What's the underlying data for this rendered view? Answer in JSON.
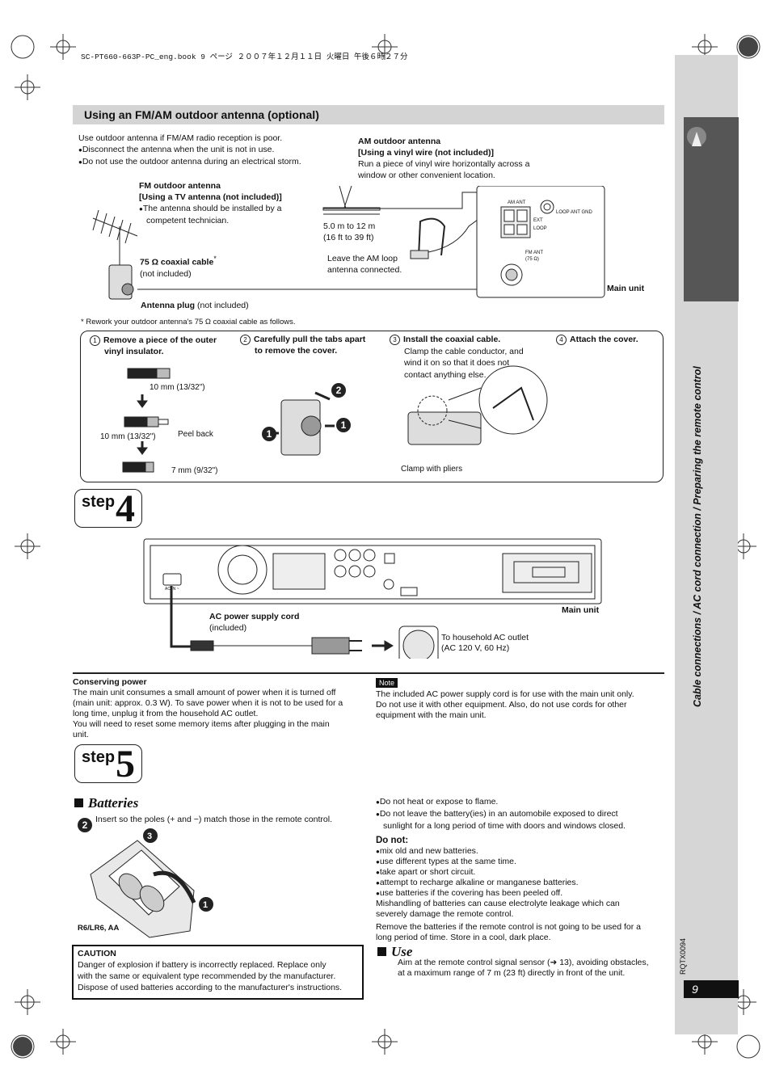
{
  "header_line": "SC-PT660-663P-PC_eng.book  9 ページ  ２００７年１２月１１日  火曜日  午後６時２７分",
  "section_title": "Using an FM/AM outdoor antenna (optional)",
  "intro": {
    "line1": "Use outdoor antenna if FM/AM radio reception is poor.",
    "b1": "Disconnect the antenna when the unit is not in use.",
    "b2": "Do not use the outdoor antenna during an electrical storm."
  },
  "am": {
    "title": "AM outdoor antenna",
    "subtitle": "[Using a vinyl wire (not included)]",
    "desc1": "Run a piece of vinyl wire horizontally across a",
    "desc2": "window or other convenient location.",
    "length1": "5.0 m to 12 m",
    "length2": "(16 ft to 39 ft)",
    "loop1": "Leave the AM loop",
    "loop2": "antenna connected."
  },
  "fm": {
    "title": "FM outdoor antenna",
    "subtitle": "[Using a TV antenna (not included)]",
    "b1a": "The antenna should be installed by a",
    "b1b": "competent technician.",
    "coax_bold": "75 Ω coaxial cable",
    "coax_star": "*",
    "coax_note": "(not included)",
    "plug_bold": "Antenna plug",
    "plug_note": " (not included)"
  },
  "terminals": {
    "am_ant": "AM ANT",
    "loop_ant_gnd": "LOOP ANT GND",
    "ext": "EXT",
    "loop": "LOOP",
    "fm_ant": "FM ANT",
    "ohm": "(75 Ω)",
    "main_unit": "Main unit"
  },
  "footnote": "* Rework your outdoor antenna's 75 Ω coaxial cable as follows.",
  "steps": [
    {
      "num": "1",
      "line1": "Remove a piece of the outer",
      "line2": "vinyl insulator."
    },
    {
      "num": "2",
      "line1": "Carefully pull the tabs apart",
      "line2": "to remove the cover."
    },
    {
      "num": "3",
      "line1": "Install the coaxial cable.",
      "line2": "Clamp the cable conductor, and",
      "line3": "wind it on so that it does not",
      "line4": "contact anything else."
    },
    {
      "num": "4",
      "line1": "Attach the cover."
    }
  ],
  "measures": {
    "m1": "10 mm (13/32\")",
    "m2": "10 mm (13/32\")",
    "peel": "Peel back",
    "m3": "7 mm (9/32\")",
    "clamp": "Clamp with pliers"
  },
  "step_word": "step",
  "step4_num": "4",
  "step5_num": "5",
  "power": {
    "main_unit": "Main unit",
    "cord_bold": "AC power supply cord",
    "cord_note": "(included)",
    "outlet1": "To household AC outlet",
    "outlet2": "(AC 120 V, 60 Hz)",
    "ac_in": "AC IN ~"
  },
  "conserving": {
    "title": "Conserving power",
    "l1": "The main unit consumes a small amount of power when it is turned off",
    "l2": "(main unit: approx. 0.3 W). To save power when it is not to be used for a",
    "l3": "long time, unplug it from the household AC outlet.",
    "l4": "You will need to reset some memory items after plugging in the main",
    "l5": "unit."
  },
  "note": {
    "badge": "Note",
    "l1": "The included AC power supply cord is for use with the main unit only.",
    "l2": "Do not use it with other equipment. Also, do not use cords for other",
    "l3": "equipment with the main unit."
  },
  "batteries": {
    "title": "Batteries",
    "insert": "Insert so the poles (+ and −) match those in the remote control.",
    "label": "R6/LR6, AA"
  },
  "caution": {
    "title": "CAUTION",
    "l1": "Danger of explosion if battery is incorrectly replaced. Replace only",
    "l2": "with the same or equivalent type recommended by the manufacturer.",
    "l3": "Dispose of used batteries according to the manufacturer's instructions."
  },
  "right_col": {
    "b1": "Do not heat or expose to flame.",
    "b2a": "Do not leave the battery(ies) in an automobile exposed to direct",
    "b2b": "sunlight for a long period of time with doors and windows closed.",
    "donot": "Do not:",
    "d1": "mix old and new batteries.",
    "d2": "use different types at the same time.",
    "d3": "take apart or short circuit.",
    "d4": "attempt to recharge alkaline or manganese batteries.",
    "d5": "use batteries if the covering has been peeled off.",
    "m1": "Mishandling of batteries can cause electrolyte leakage which can",
    "m2": "severely damage the remote control.",
    "r1": "Remove the batteries if the remote control is not going to be used for a",
    "r2": "long period of time. Store in a cool, dark place."
  },
  "use": {
    "title": "Use",
    "l1": "Aim at the remote control signal sensor (➜ 13), avoiding obstacles,",
    "l2": "at a maximum range of 7 m (23 ft) directly in front of the unit."
  },
  "sidebar_text": "Cable connections / AC cord connection / Preparing the remote control",
  "rqtx": "RQTX0094",
  "page_number": "9"
}
